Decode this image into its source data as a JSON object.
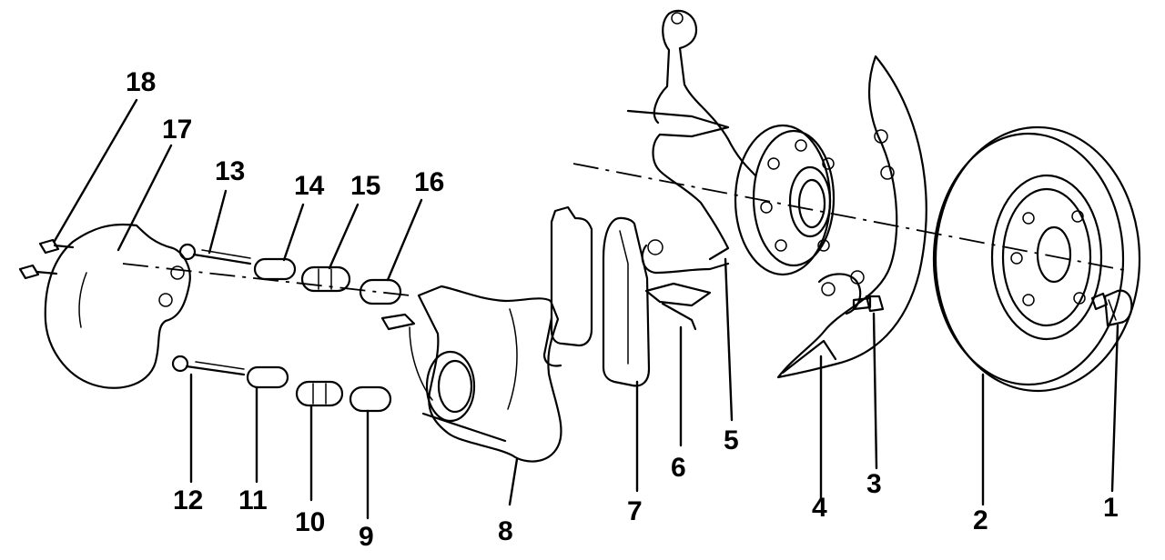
{
  "callouts": [
    {
      "id": 1,
      "text": "1"
    },
    {
      "id": 2,
      "text": "2"
    },
    {
      "id": 3,
      "text": "3"
    },
    {
      "id": 4,
      "text": "4"
    },
    {
      "id": 5,
      "text": "5"
    },
    {
      "id": 6,
      "text": "6"
    },
    {
      "id": 7,
      "text": "7"
    },
    {
      "id": 8,
      "text": "8"
    },
    {
      "id": 9,
      "text": "9"
    },
    {
      "id": 10,
      "text": "10"
    },
    {
      "id": 11,
      "text": "11"
    },
    {
      "id": 12,
      "text": "12"
    },
    {
      "id": 13,
      "text": "13"
    },
    {
      "id": 14,
      "text": "14"
    },
    {
      "id": 15,
      "text": "15"
    },
    {
      "id": 16,
      "text": "16"
    },
    {
      "id": 17,
      "text": "17"
    },
    {
      "id": 18,
      "text": "18"
    }
  ]
}
